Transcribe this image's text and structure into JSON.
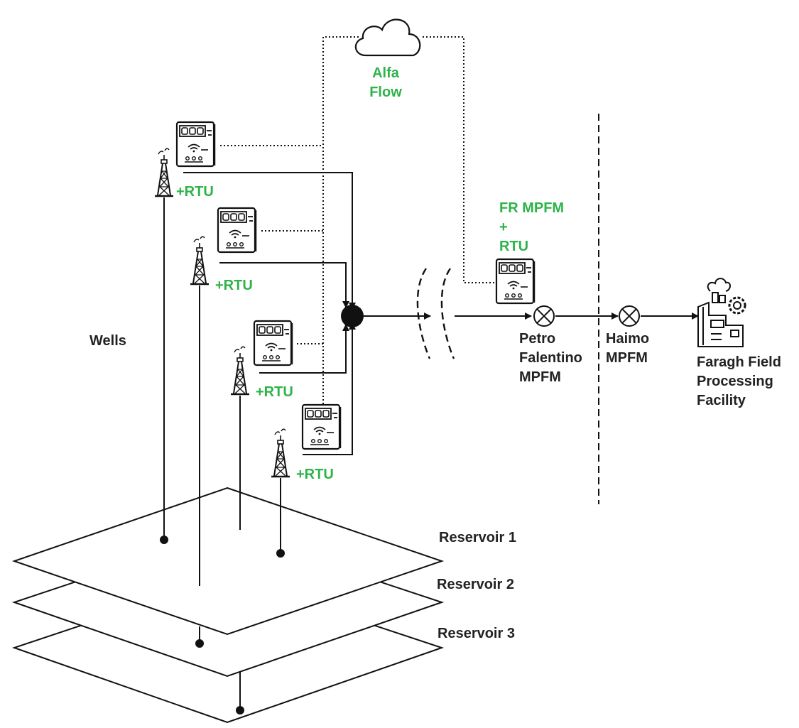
{
  "colors": {
    "accent_green": "#2db34a",
    "line": "#111111",
    "text": "#222222"
  },
  "cloud": {
    "icon": "cloud-icon",
    "label": "Alfa\nFlow"
  },
  "wells": {
    "label": "Wells",
    "icon": "oil-derrick-icon",
    "rtu_device_icon": "rtu-device-icon",
    "rtu_labels": [
      "+RTU",
      "+RTU",
      "+RTU",
      "+RTU"
    ]
  },
  "flow_line": {
    "manifold_icon": "manifold-node-icon",
    "break_icon": "pipeline-break-icon",
    "fr_meter_label": "FR MPFM\n+\nRTU",
    "meters": [
      {
        "icon": "meter-x-circle-icon",
        "label": "Petro\nFalentino\nMPFM"
      },
      {
        "icon": "meter-x-circle-icon",
        "label": "Haimo\nMPFM"
      }
    ],
    "facility": {
      "icon": "factory-icon",
      "label": "Faragh Field\nProcessing\nFacility"
    }
  },
  "reservoirs": [
    "Reservoir 1",
    "Reservoir 2",
    "Reservoir 3"
  ]
}
